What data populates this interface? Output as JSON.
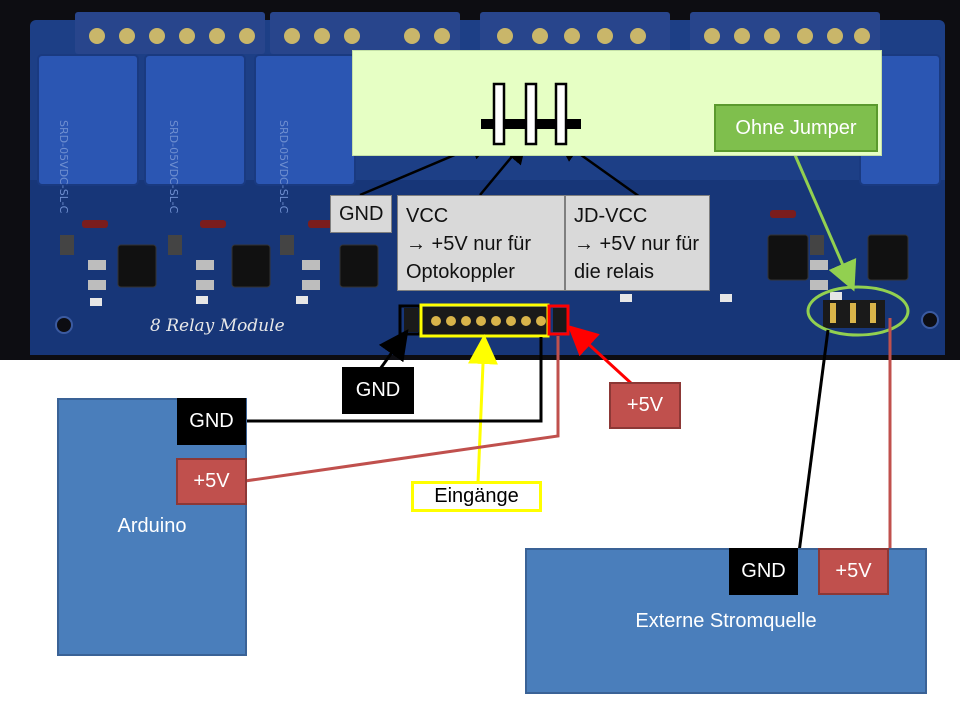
{
  "board": {
    "title": "8 Relay Module"
  },
  "pin_labels": {
    "gnd": "GND",
    "vcc": "VCC\n→ +5V nur für Optokoppler",
    "jdvcc": "JD-VCC\n→ +5V nur für die relais"
  },
  "jumper_note": "Ohne Jumper",
  "arduino": {
    "name": "Arduino",
    "gnd": "GND",
    "plus5v": "+5V"
  },
  "external": {
    "name": "Externe Stromquelle",
    "gnd": "GND",
    "plus5v": "+5V"
  },
  "callouts": {
    "gnd": "GND",
    "plus5v": "+5V",
    "inputs": "Eingänge"
  },
  "colors": {
    "gnd_wire": "#000000",
    "plus5v_wire": "#c0504d",
    "inputs": "#ffff00",
    "jumper": "#92d050",
    "block": "#4a7ebb",
    "highlight_box": "#e6ffc4"
  }
}
